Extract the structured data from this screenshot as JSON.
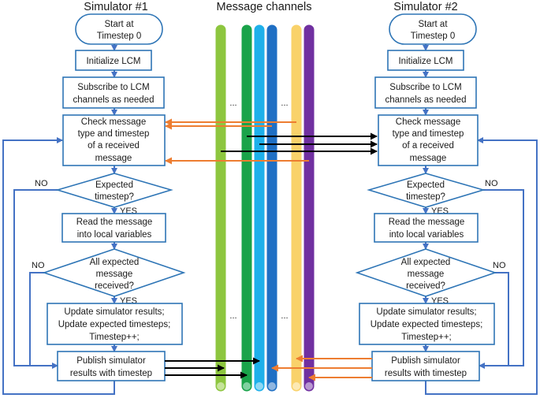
{
  "headers": {
    "left": "Simulator #1",
    "center": "Message channels",
    "right": "Simulator #2"
  },
  "nodes": {
    "start": [
      "Start at",
      "Timestep 0"
    ],
    "init": [
      "Initialize LCM"
    ],
    "subscribe": [
      "Subscribe to LCM",
      "channels as needed"
    ],
    "check": [
      "Check message",
      "type and timestep",
      "of a received",
      "message"
    ],
    "expected_ts": [
      "Expected",
      "timestep?"
    ],
    "read": [
      "Read the message",
      "into local variables"
    ],
    "all_expected": [
      "All expected",
      "message",
      "received?"
    ],
    "update": [
      "Update simulator results;",
      "Update expected timesteps;",
      "Timestep++;"
    ],
    "publish": [
      "Publish simulator",
      "results with timestep"
    ]
  },
  "labels": {
    "yes": "YES",
    "no": "NO",
    "ellipsis": "..."
  },
  "colors": {
    "box_stroke": "#2e75b6",
    "flow_line": "#4472c4",
    "orange_arrow": "#ed7d31",
    "black_arrow": "#000000",
    "channels": [
      "#8dc63f",
      "#1aa34a",
      "#1eb0ea",
      "#1f6fc4",
      "#f9d26a",
      "#7030a0"
    ]
  }
}
